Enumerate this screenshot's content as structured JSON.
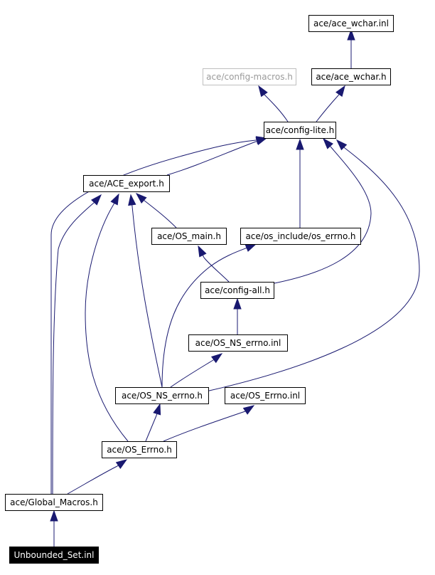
{
  "graph": {
    "edge_color": "#191970",
    "nodes": {
      "wchar_inl": "ace/ace_wchar.inl",
      "config_macros": "ace/config-macros.h",
      "wchar_h": "ace/ace_wchar.h",
      "config_lite": "ace/config-lite.h",
      "ace_export": "ace/ACE_export.h",
      "os_main": "ace/OS_main.h",
      "os_include_errno": "ace/os_include/os_errno.h",
      "config_all": "ace/config-all.h",
      "os_ns_errno_inl": "ace/OS_NS_errno.inl",
      "os_ns_errno_h": "ace/OS_NS_errno.h",
      "os_errno_inl": "ace/OS_Errno.inl",
      "os_errno_h": "ace/OS_Errno.h",
      "global_macros": "ace/Global_Macros.h",
      "unbounded_set": "Unbounded_Set.inl"
    }
  }
}
